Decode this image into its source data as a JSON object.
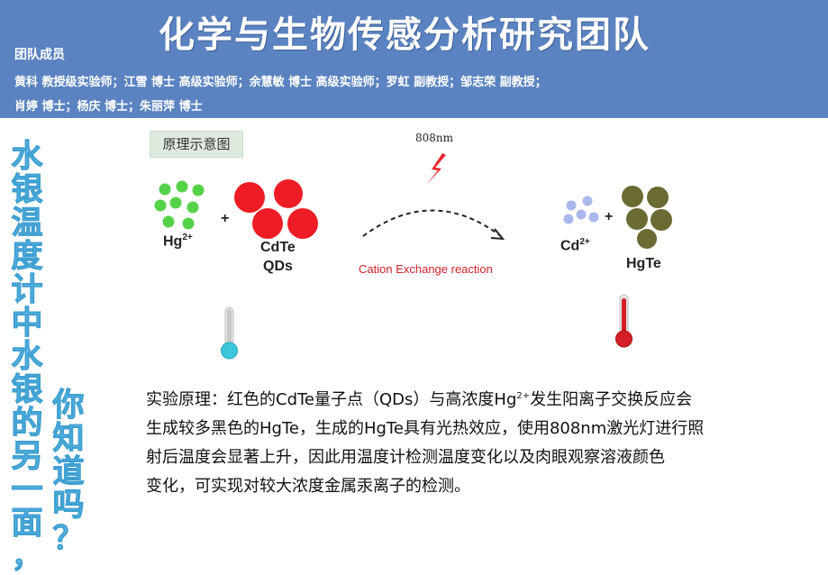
{
  "header": {
    "title": "化学与生物传感分析研究团队",
    "members_label": "团队成员",
    "members_line1": "黄科 教授级实验师；江雪 博士 高级实验师；余慧敏 博士 高级实验师；罗虹 副教授；邹志荣 副教授；",
    "members_line2": "肖婷 博士；杨庆 博士；朱丽萍 博士"
  },
  "side_title": {
    "left_column": [
      "水",
      "银",
      "温",
      "度",
      "计",
      "中",
      "水",
      "银",
      "的",
      "另",
      "一",
      "面",
      "，"
    ],
    "right_column": [
      "你",
      "知",
      "道",
      "吗",
      "？"
    ]
  },
  "diagram": {
    "label": "原理示意图",
    "laser": "808nm",
    "reaction": "Cation Exchange reaction",
    "hg_ion": "Hg",
    "hg_ion_charge": "2+",
    "plus": "+",
    "cdte_line1": "CdTe",
    "cdte_line2": "QDs",
    "cd_ion": "Cd",
    "cd_ion_charge": "2+",
    "hgte": "HgTe",
    "colors": {
      "hg_dots": "#55d24a",
      "cdte_dots": "#ee1c24",
      "cd_dots": "#a9b8ea",
      "hgte_dots": "#6b6a33",
      "cold_thermometer": "#3cc6dc",
      "hot_thermometer": "#d41f26"
    }
  },
  "principle": {
    "line1_a": "实验原理：红色的CdTe量子点（QDs）与高浓度Hg",
    "line1_sup": "2+",
    "line1_b": "发生阳离子交换反应会",
    "line2": "生成较多黑色的HgTe，生成的HgTe具有光热效应，使用808nm激光灯进行照",
    "line3": "射后温度会显著上升，因此用温度计检测温度变化以及肉眼观察溶液颜色",
    "line4": "变化，可实现对较大浓度金属汞离子的检测。"
  }
}
